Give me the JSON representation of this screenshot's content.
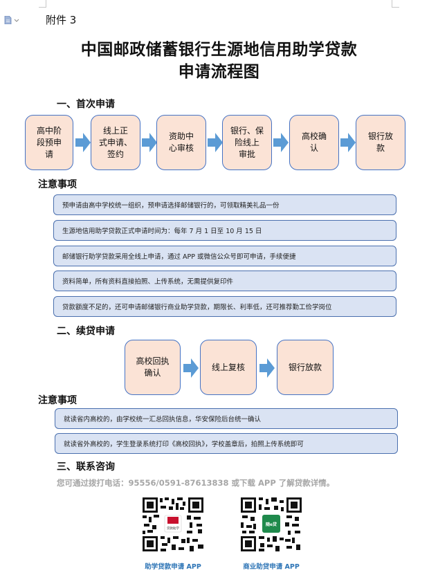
{
  "attachment_label": "附件 3",
  "title": {
    "line1": "中国邮政储蓄银行生源地信用助学贷款",
    "line2": "申请流程图"
  },
  "section1": {
    "heading": "一、首次申请",
    "steps": [
      "高中阶\n段预申\n请",
      "线上正\n式申请、\n签约",
      "资助中\n心审核",
      "银行、保\n险线上\n审批",
      "高校确\n认",
      "银行放\n款"
    ],
    "notes_heading": "注意事项",
    "notes": [
      "预申请由高中学校统一组织，预申请选择邮储银行的，可领取精美礼品一份",
      "生源地信用助学贷款正式申请时间为：每年 7 月 1 日至 10 月 15 日",
      "邮储银行助学贷款采用全线上申请，通过 APP 或微信公众号即可申请，手续便捷",
      "资料简单，所有资料直接拍照、上传系统，无需提供复印件",
      "贷款额度不足的，还可申请邮储银行商业助学贷款，期限长、利率低，还可推荐勤工俭学岗位"
    ]
  },
  "section2": {
    "heading": "二、续贷申请",
    "steps": [
      "高校回执\n确认",
      "线上复核",
      "银行放款"
    ],
    "notes_heading": "注意事项",
    "notes": [
      "就读省内高校的，由学校统一汇总回执信息，华安保险后台统一确认",
      "就读省外高校的，学生登录系统打印《高校回执》，学校盖章后，拍照上传系统即可"
    ]
  },
  "section3": {
    "heading": "三、联系咨询",
    "contact": "您可通过拨打电话：95556/0591-87613838 或下载 APP 了解贷款详情。",
    "qr_codes": [
      {
        "label": "助学贷款申请 APP",
        "badge": "贷款助学"
      },
      {
        "label": "商业助贷申请 APP",
        "badge": "随e贷"
      }
    ]
  },
  "colors": {
    "step_fill": "#fbe3d6",
    "step_border": "#4472c4",
    "arrow": "#5b9bd5",
    "note_fill": "#dae3f3",
    "link_blue": "#2e75b6"
  }
}
